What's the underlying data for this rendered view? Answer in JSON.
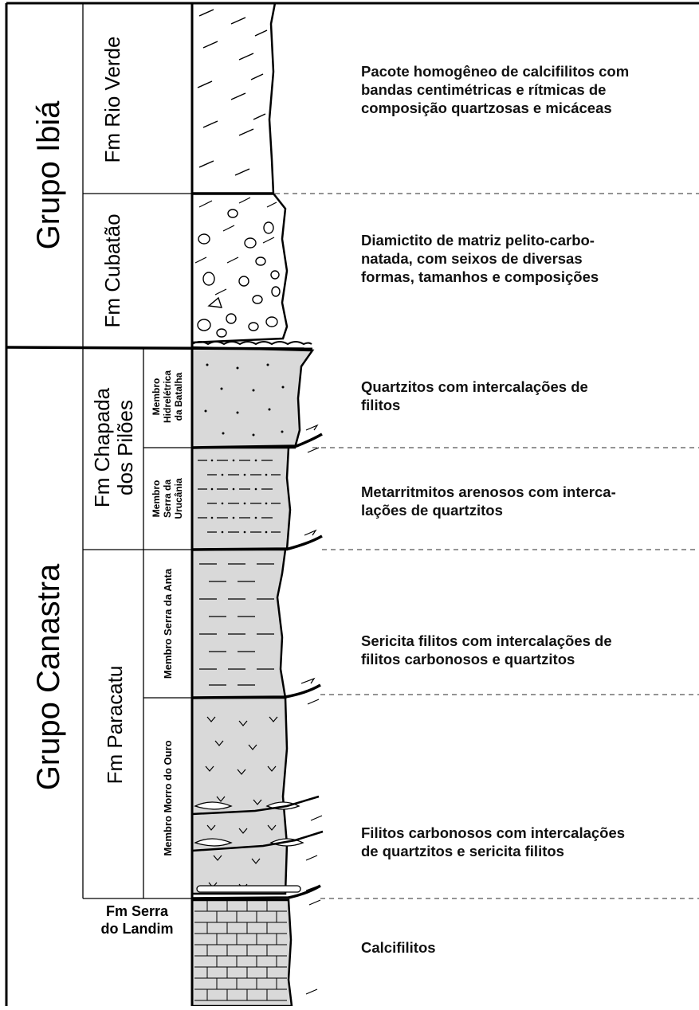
{
  "groups": {
    "ibia": "Grupo Ibiá",
    "canastra": "Grupo Canastra"
  },
  "formations": {
    "rio_verde": "Fm Rio Verde",
    "cubatao": "Fm Cubatão",
    "chapada_line1": "Fm Chapada",
    "chapada_line2": "dos Pilões",
    "paracatu": "Fm Paracatu",
    "landim_line1": "Fm Serra",
    "landim_line2": "do Landim"
  },
  "members": {
    "hidreletrica_line1": "Membro",
    "hidreletrica_line2": "Hidrelétrica",
    "hidreletrica_line3": "da Batalha",
    "urucania_line1": "Membro",
    "urucania_line2": "Serra da",
    "urucania_line3": "Urucânia",
    "anta": "Membro Serra da Anta",
    "morro_ouro": "Membro Morro do Ouro"
  },
  "descriptions": [
    {
      "lines": [
        "Pacote homogêneo de calcifilitos com",
        "bandas centimétricas e rítmicas de",
        "composição quartzosas e micáceas"
      ]
    },
    {
      "lines": [
        "Diamictito de matriz pelito-carbo-",
        "natada, com seixos de diversas",
        "formas, tamanhos e composições"
      ]
    },
    {
      "lines": [
        "Quartzitos com intercalações de",
        "filitos"
      ]
    },
    {
      "lines": [
        "Metarritmitos arenosos com interca-",
        "lações de quartzitos"
      ]
    },
    {
      "lines": [
        "Sericita filitos com intercalações de",
        "filitos carbonosos e quartzitos"
      ]
    },
    {
      "lines": [
        "Filitos carbonosos com intercalações",
        "de quartzitos e sericita filitos"
      ]
    },
    {
      "lines": [
        "Calcifilitos"
      ]
    }
  ],
  "colors": {
    "column_fill": "#d9d9d9",
    "line": "#000000",
    "dashed": "#666666"
  }
}
